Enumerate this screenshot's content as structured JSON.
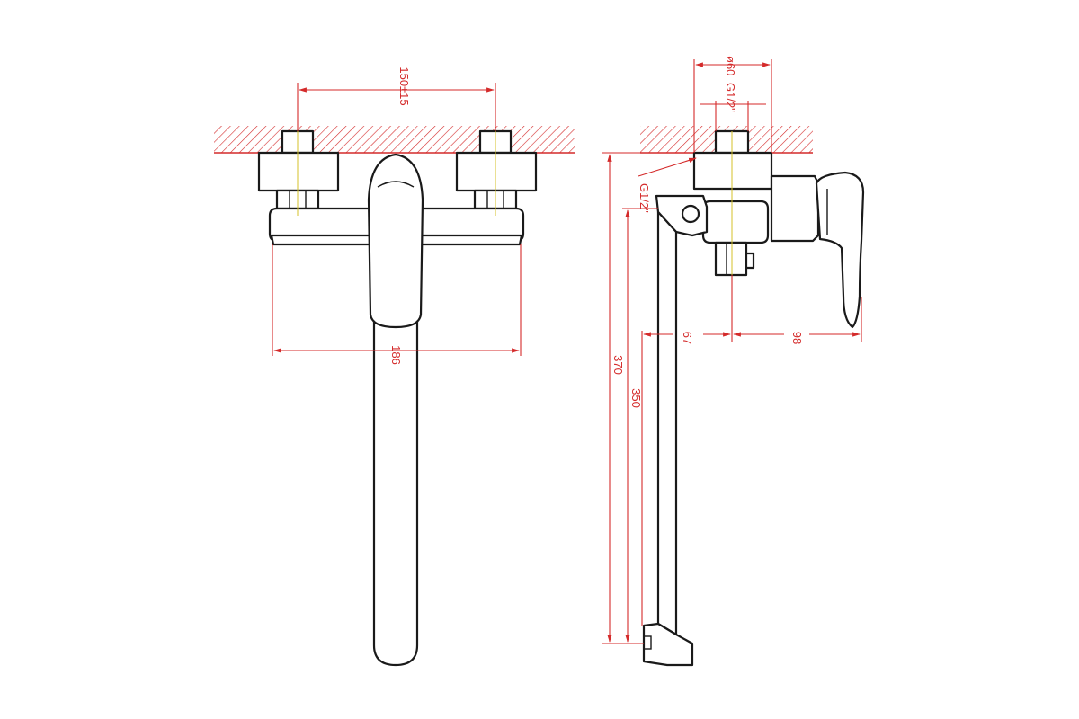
{
  "dimensions": {
    "front_spacing": "150±15",
    "front_width": "186",
    "side_escutcheon": "ø60",
    "side_thread_top": "G1/2\"",
    "side_thread_side": "G1/2\"",
    "side_height_total": "370",
    "side_height_spout": "350",
    "side_depth_spout": "67",
    "side_depth_lever": "98"
  },
  "colors": {
    "outline": "#1a1a1a",
    "dimension": "#d42a2a",
    "wall_hatch": "#d42a2a",
    "center_axis": "#d4c22a"
  }
}
